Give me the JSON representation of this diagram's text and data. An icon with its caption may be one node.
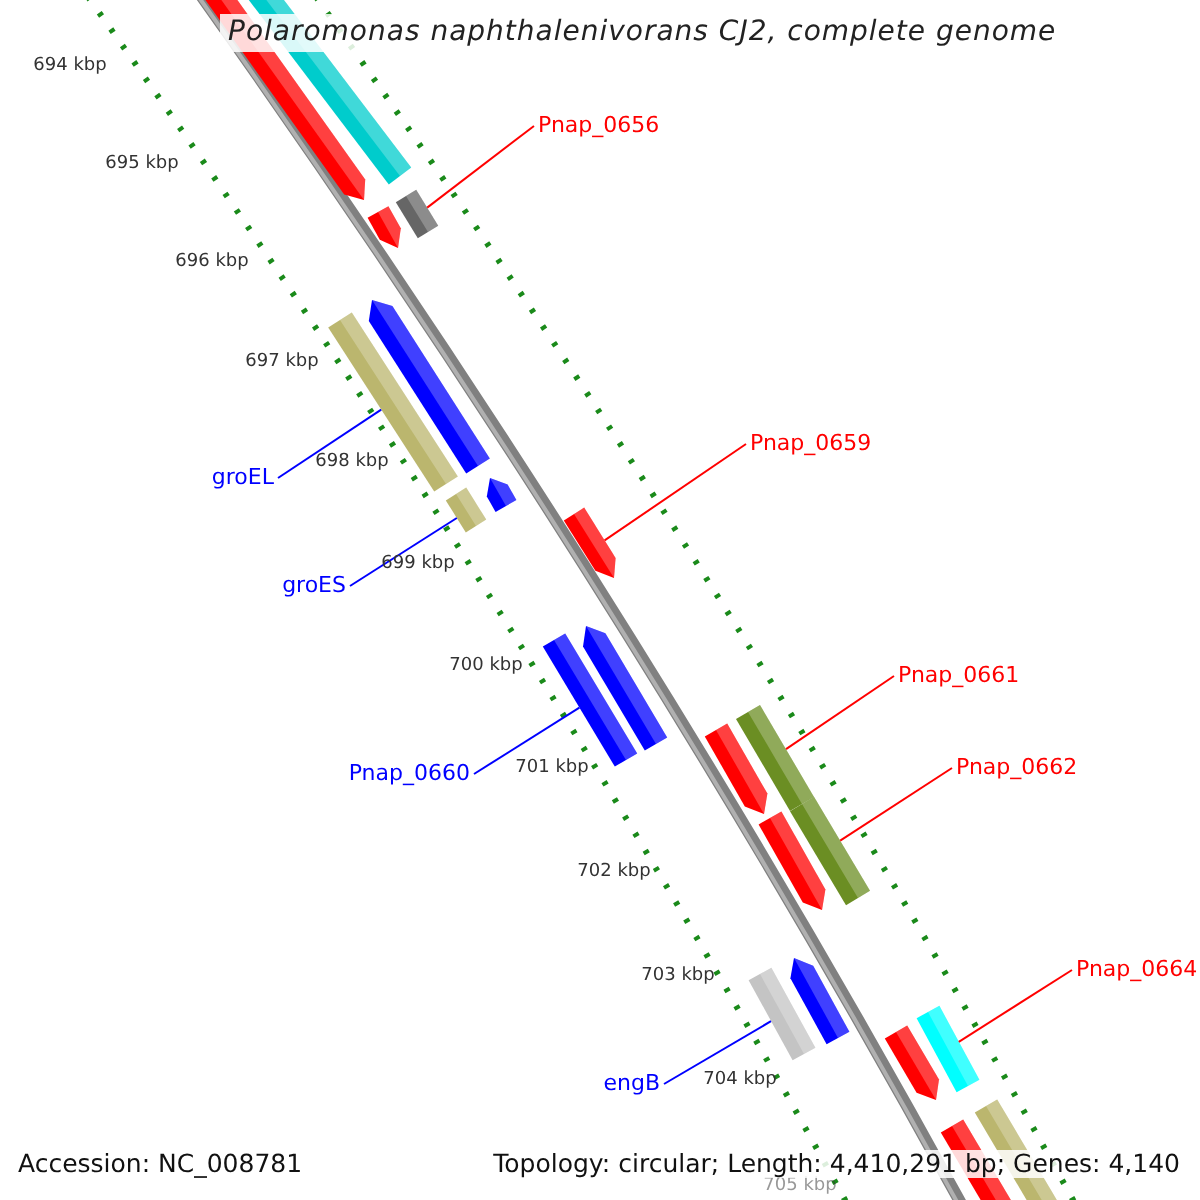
{
  "diagram": {
    "title": "Polaromonas naphthalenivorans CJ2, complete genome",
    "nodes": [
      {
        "text": [
          "Pnap_0656"
        ]
      },
      {
        "text": [],
        "shape": "bar"
      },
      {
        "text": [
          "groEL"
        ]
      },
      {
        "text": [],
        "shape": "bar"
      },
      {
        "text": [
          "groES"
        ]
      },
      {
        "text": [],
        "shape": "bar"
      },
      {
        "text": [
          "Pnap_0659"
        ]
      },
      {
        "text": [],
        "shape": "bar"
      },
      {
        "text": [
          "Pnap_0660"
        ]
      },
      {
        "text": [],
        "shape": "bar"
      },
      {
        "text": [
          "Pnap_0661"
        ]
      },
      {
        "text": [],
        "shape": "bar"
      },
      {
        "text": [
          "Pnap_0662"
        ]
      },
      {
        "text": [],
        "shape": "bar"
      },
      {
        "text": [
          "Pnap_0664"
        ]
      },
      {
        "text": [],
        "shape": "bar"
      },
      {
        "text": [
          "engB"
        ]
      },
      {
        "text": [],
        "shape": "bar"
      }
    ],
    "edges": [
      {
        "from": 0,
        "to": 1,
        "arrow": "none"
      },
      {
        "from": 2,
        "to": 3,
        "arrow": "none",
        "color": "#0000ff"
      },
      {
        "from": 4,
        "to": 5,
        "arrow": "none",
        "color": "#0000ff"
      },
      {
        "from": 6,
        "to": 7,
        "arrow": "none"
      },
      {
        "from": 8,
        "to": 9,
        "arrow": "none",
        "color": "#0000ff"
      },
      {
        "from": 10,
        "to": 11,
        "arrow": "none"
      },
      {
        "from": 12,
        "to": 13,
        "arrow": "none"
      },
      {
        "from": 14,
        "to": 15,
        "arrow": "none"
      },
      {
        "from": 16,
        "to": 17,
        "arrow": "none",
        "color": "#0000ff"
      }
    ],
    "labels": [
      "694 kbp",
      "695 kbp",
      "696 kbp",
      "697 kbp",
      "698 kbp",
      "699 kbp",
      "700 kbp",
      "701 kbp",
      "702 kbp",
      "703 kbp",
      "704 kbp",
      "705 kbp",
      "Accession: NC_008781",
      "Topology: circular; Length: 4,410,291 bp; Genes: 4,140"
    ]
  }
}
